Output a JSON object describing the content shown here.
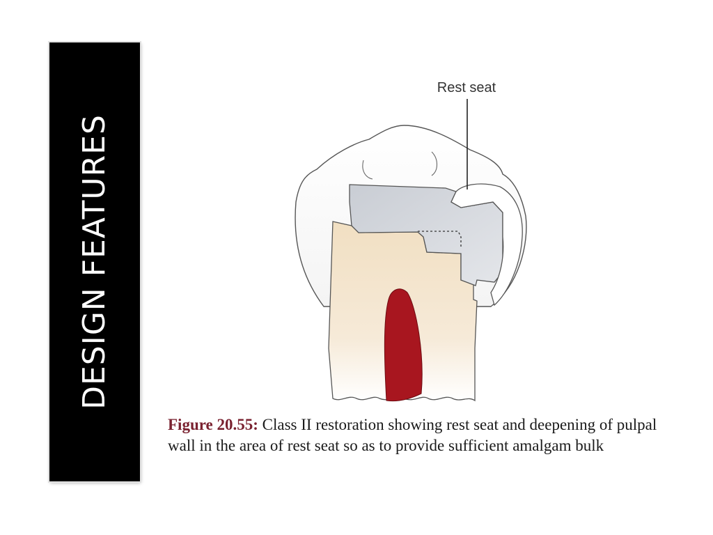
{
  "slide": {
    "title": "DESIGN FEATURES"
  },
  "figure": {
    "callout_label": "Rest seat",
    "caption_number": "Figure 20.55:",
    "caption_text": "Class II restoration showing rest seat and deepening of pulpal wall in the area of rest seat so as to provide sufficient amalgam bulk"
  },
  "colors": {
    "banner": "#000000",
    "dentin": "#f2e2c9",
    "pulp": "#a8161f",
    "amalgam": "#cfd3d9",
    "caption_number": "#7a2230"
  }
}
